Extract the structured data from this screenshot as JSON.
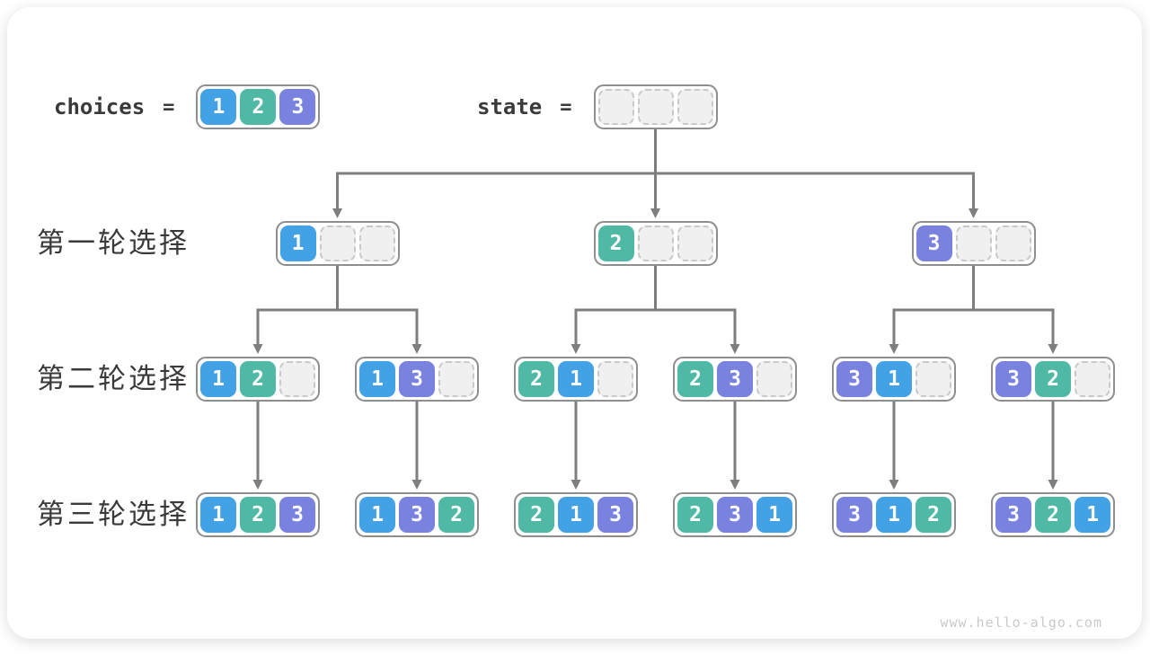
{
  "header": {
    "choices_label": "choices",
    "state_label": "state",
    "equals": "=",
    "choices_values": [
      1,
      2,
      3
    ],
    "state_values": [
      null,
      null,
      null
    ]
  },
  "row_labels": [
    "第一轮选择",
    "第二轮选择",
    "第三轮选择"
  ],
  "tree": {
    "level1": [
      [
        1,
        null,
        null
      ],
      [
        2,
        null,
        null
      ],
      [
        3,
        null,
        null
      ]
    ],
    "level2": [
      [
        1,
        2,
        null
      ],
      [
        1,
        3,
        null
      ],
      [
        2,
        1,
        null
      ],
      [
        2,
        3,
        null
      ],
      [
        3,
        1,
        null
      ],
      [
        3,
        2,
        null
      ]
    ],
    "level3": [
      [
        1,
        2,
        3
      ],
      [
        1,
        3,
        2
      ],
      [
        2,
        1,
        3
      ],
      [
        2,
        3,
        1
      ],
      [
        3,
        1,
        2
      ],
      [
        3,
        2,
        1
      ]
    ]
  },
  "colors": {
    "values": {
      "1": "#42A2E5",
      "2": "#4FB9A5",
      "3": "#7A82DF"
    },
    "arrow": "#7E7E7E",
    "node_border": "#8E8E8E",
    "empty_cell_bg": "#F0F0F0",
    "empty_cell_border": "#C9C9C9",
    "label_text": "#3A3A3A",
    "watermark_text": "#C9C9C9"
  },
  "watermark": "www.hello-algo.com"
}
